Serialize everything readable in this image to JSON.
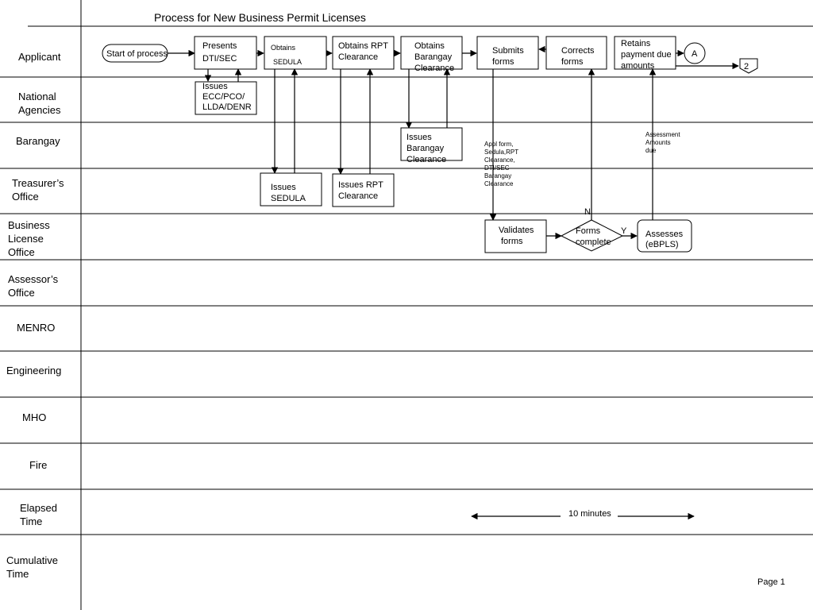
{
  "title": "Process for New Business Permit Licenses",
  "lanes": [
    [
      "Applicant"
    ],
    [
      "National",
      "Agencies"
    ],
    [
      "Barangay"
    ],
    [
      "Treasurer’s",
      "Office"
    ],
    [
      "Business",
      "License",
      "Office"
    ],
    [
      "Assessor’s",
      "Office"
    ],
    [
      "MENRO"
    ],
    [
      "Engineering"
    ],
    [
      "MHO"
    ],
    [
      "Fire"
    ],
    [
      "Elapsed",
      "Time"
    ],
    [
      "Cumulative",
      "Time"
    ]
  ],
  "steps": {
    "start": [
      "Start of process"
    ],
    "presents": [
      "Presents",
      "DTI/SEC"
    ],
    "obtains_sedula": [
      "Obtains",
      "SEDULA"
    ],
    "obtains_rpt": [
      "Obtains RPT",
      "Clearance"
    ],
    "obtains_barangay": [
      "Obtains",
      "Barangay",
      "Clearance"
    ],
    "submits": [
      "Submits",
      "forms"
    ],
    "corrects": [
      "Corrects",
      "forms"
    ],
    "retains": [
      "Retains",
      "payment due",
      "amounts"
    ],
    "connector_a": [
      "A"
    ],
    "offpage_2": [
      "2"
    ],
    "issues_ecc": [
      "Issues",
      "ECC/PCO/",
      "LLDA/DENR"
    ],
    "issues_barangay": [
      "Issues",
      "Barangay",
      "Clearance"
    ],
    "issues_sedula": [
      "Issues",
      "SEDULA"
    ],
    "issues_rpt": [
      "Issues RPT",
      "Clearance"
    ],
    "validates": [
      "Validates",
      "forms"
    ],
    "forms_complete": [
      "Forms",
      "complete"
    ],
    "assesses": [
      "Assesses",
      "(eBPLS)"
    ]
  },
  "labels": {
    "no": "N",
    "yes": "Y"
  },
  "notes": {
    "docs": [
      "Appl form,",
      "Sedula,RPT",
      "Clearance,",
      "DTI/SEC",
      "Barangay",
      "Clearance"
    ],
    "assessment": [
      "Assessment",
      "Amounts",
      "due"
    ]
  },
  "elapsed": "10 minutes",
  "page": "Page 1"
}
